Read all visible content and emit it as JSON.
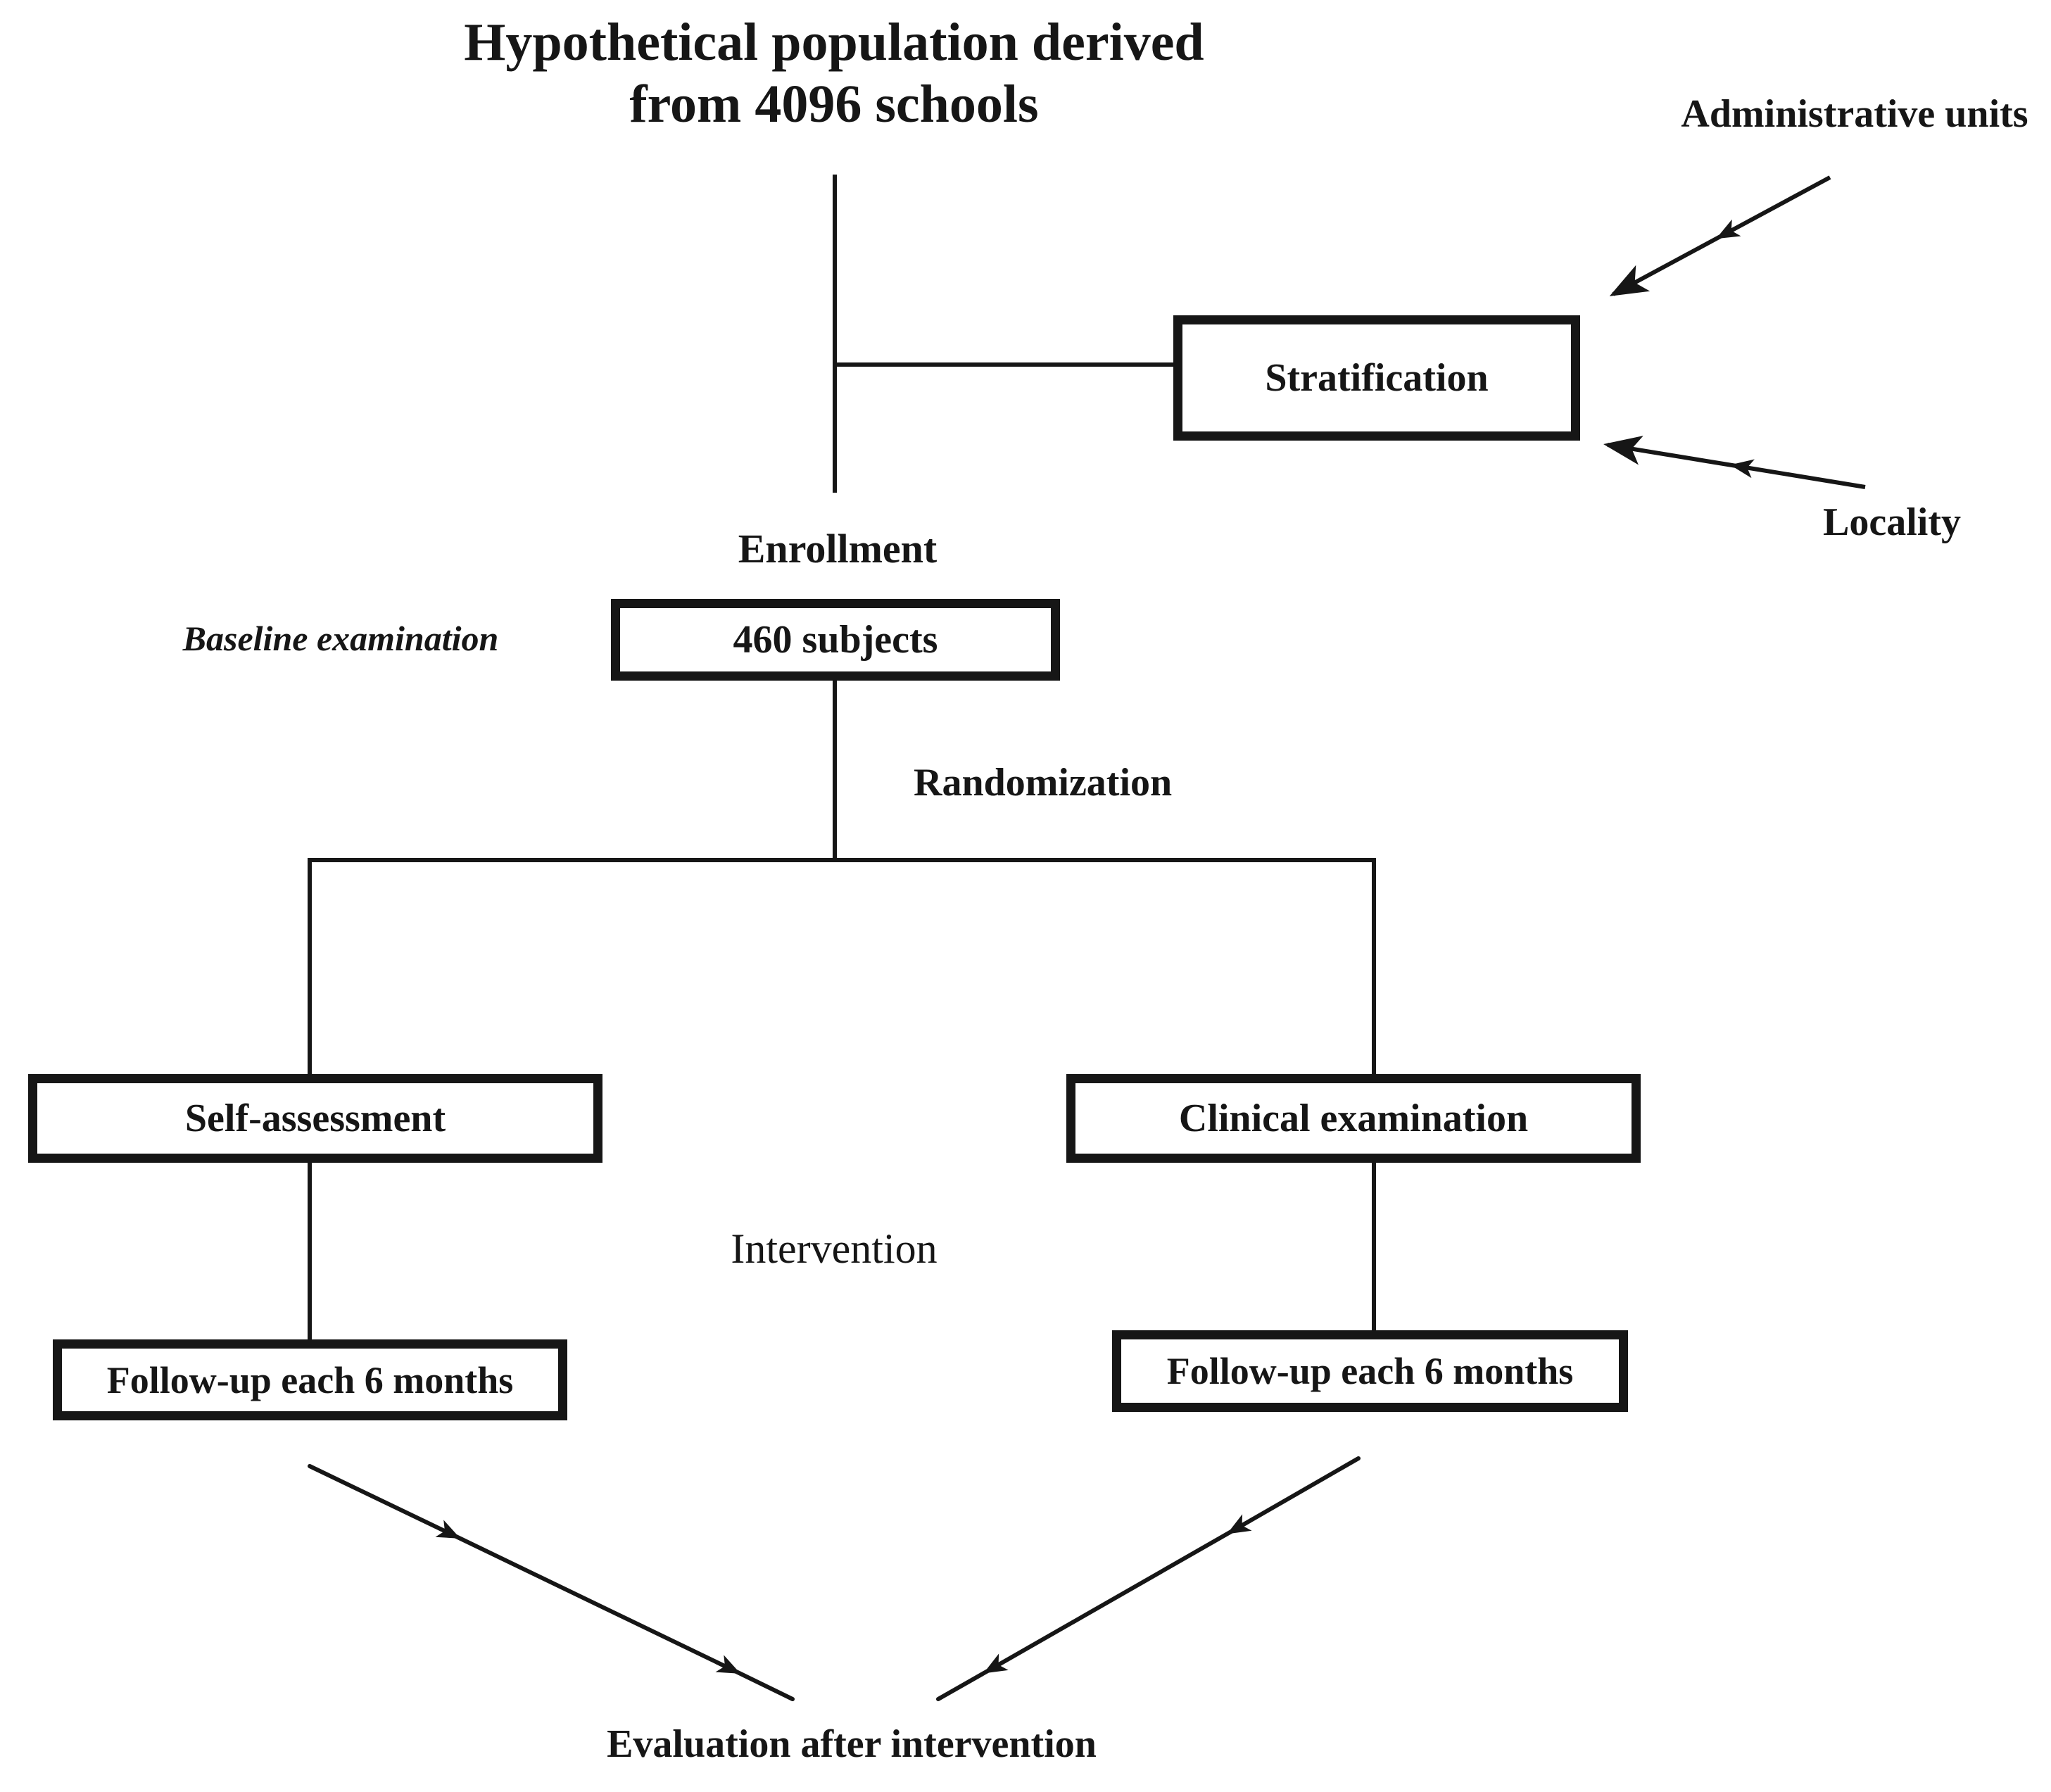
{
  "colors": {
    "ink": "#161616",
    "background": "#ffffff"
  },
  "title": {
    "line1": "Hypothetical population derived",
    "line2": "from 4096 schools"
  },
  "annotations": {
    "administrative_units": "Administrative units",
    "locality": "Locality",
    "enrollment": "Enrollment",
    "baseline_examination": "Baseline examination",
    "randomization": "Randomization",
    "intervention": "Intervention",
    "evaluation": "Evaluation after intervention"
  },
  "boxes": {
    "stratification": "Stratification",
    "subjects": "460 subjects",
    "self_assessment": "Self-assessment",
    "clinical_examination": "Clinical examination",
    "followup_left": "Follow-up each 6 months",
    "followup_right": "Follow-up each 6 months"
  }
}
